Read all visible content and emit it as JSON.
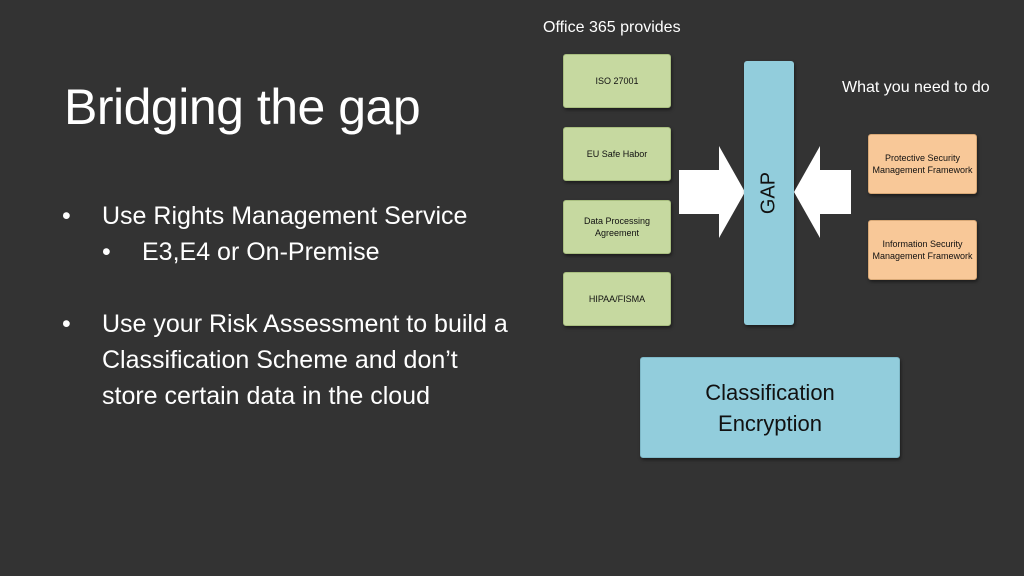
{
  "slide": {
    "title": "Bridging the gap",
    "bullets": [
      {
        "text": "Use Rights Management Service",
        "sub": [
          "E3,E4 or On-Premise"
        ]
      },
      {
        "text": "Use your Risk Assessment to build a Classification Scheme and don’t store certain data in the cloud"
      }
    ],
    "bullet_glyph": "•"
  },
  "diagram": {
    "left_label": "Office 365 provides",
    "right_label": "What you need to do",
    "provides": [
      "ISO 27001",
      "EU Safe Habor",
      "Data Processing Agreement",
      "HIPAA/FISMA"
    ],
    "needs": [
      "Protective Security Management Framework",
      "Information Security Management Framework"
    ],
    "gap_label": "GAP",
    "bottom_lines": [
      "Classification",
      "Encryption"
    ],
    "colors": {
      "background": "#333333",
      "provides_fill": "#c6d9a0",
      "needs_fill": "#f8c898",
      "gap_fill": "#92cddc",
      "arrow_fill": "#ffffff"
    }
  }
}
